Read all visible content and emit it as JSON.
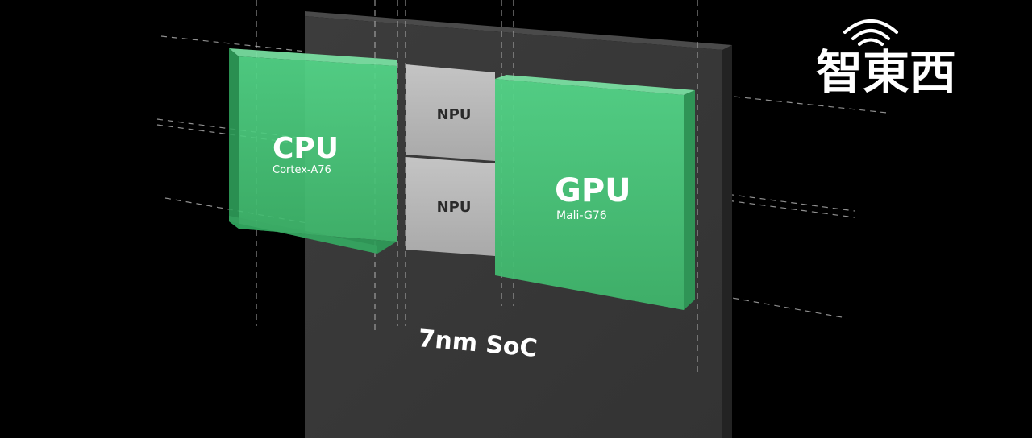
{
  "diagram": {
    "soc_label": "7nm SoC",
    "cpu": {
      "label": "CPU",
      "sublabel": "Cortex-A76"
    },
    "gpu": {
      "label": "GPU",
      "sublabel": "Mali-G76"
    },
    "npu_top": {
      "label": "NPU"
    },
    "npu_bottom": {
      "label": "NPU"
    }
  },
  "logo": {
    "text": "智東西"
  },
  "colors": {
    "background": "#000000",
    "soc_face": "#3a3a3a",
    "block_green": "#4cd17f",
    "npu_gray": "#b8b8b8"
  }
}
